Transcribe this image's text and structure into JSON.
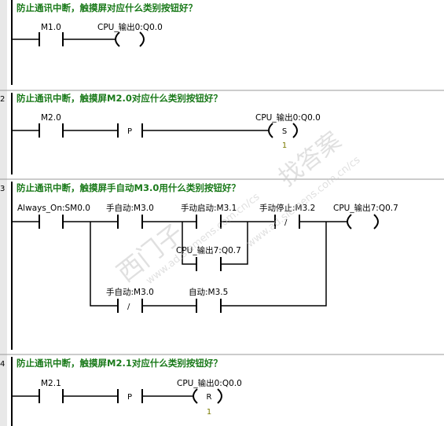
{
  "networks": [
    {
      "number": "",
      "comment": "防止通讯中断，触摸屏对应什么类别按钮好？",
      "contacts": [
        {
          "address": "M1.0"
        }
      ],
      "coil": {
        "label": "CPU_输出0:Q0.0"
      }
    },
    {
      "number": "2",
      "comment": "防止通讯中断，触摸屏M2.0对应什么类别按钮好？",
      "contacts": [
        {
          "address": "M2.0"
        }
      ],
      "edge": "P",
      "coil": {
        "label": "CPU_输出0:Q0.0",
        "type": "S",
        "count": "1"
      }
    },
    {
      "number": "3",
      "comment": "防止通讯中断，触摸屏手自动M3.0用什么类别按钮好？",
      "contacts": [
        {
          "address": "Always_On:SM0.0"
        },
        {
          "address": "手自动:M3.0"
        },
        {
          "address": "手动启动:M3.1"
        },
        {
          "address": "手动停止:M3.2",
          "type": "/"
        },
        {
          "address": "CPU_输出7:Q0.7"
        },
        {
          "address": "手自动:M3.0",
          "type": "/"
        },
        {
          "address": "自动:M3.5"
        }
      ],
      "coil": {
        "label": "CPU_输出7:Q0.7"
      }
    },
    {
      "number": "4",
      "comment": "防止通讯中断，触摸屏M2.1对应什么类别按钮好？",
      "contacts": [
        {
          "address": "M2.1"
        }
      ],
      "edge": "P",
      "coil": {
        "label": "CPU_输出0:Q0.0",
        "type": "R",
        "count": "1"
      }
    }
  ],
  "watermark": {
    "cn_a": "找答案",
    "cn_b": "西门子",
    "url_a": "www.ad.siemens.com.cn/cs",
    "url_b": "www.ad.siemens.com.cn/cs"
  }
}
